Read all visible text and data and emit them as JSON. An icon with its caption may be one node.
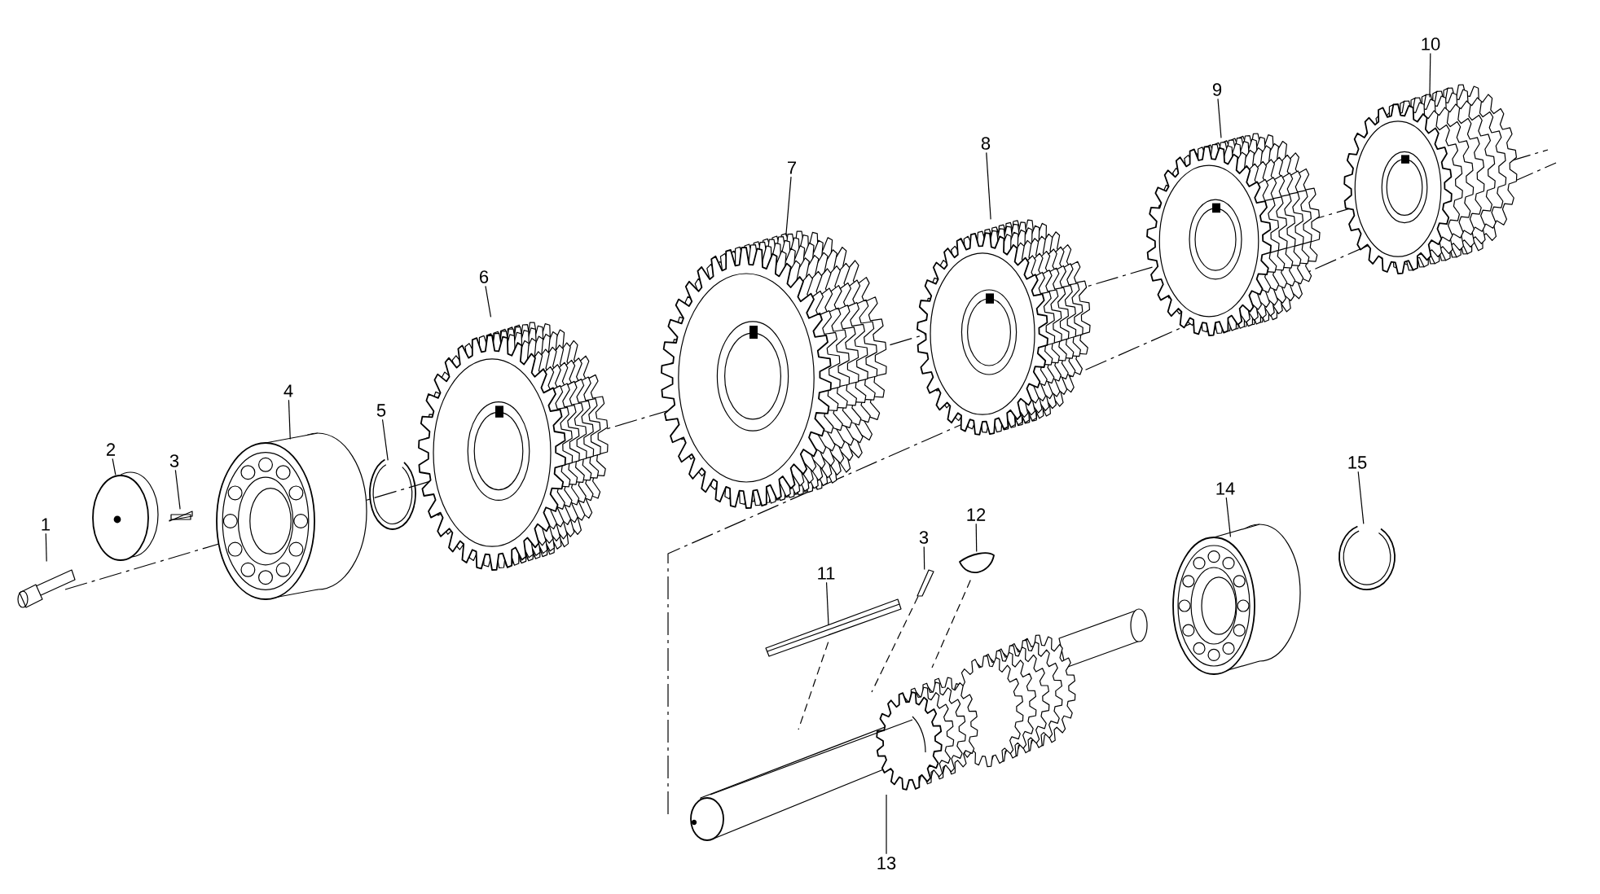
{
  "diagram": {
    "nodes": [
      {
        "text": [
          "1"
        ]
      },
      {
        "text": [],
        "shape": "picture"
      },
      {
        "text": [
          "2"
        ]
      },
      {
        "text": [],
        "shape": "picture"
      },
      {
        "text": [
          "3"
        ]
      },
      {
        "text": [],
        "shape": "picture"
      },
      {
        "text": [
          "4"
        ]
      },
      {
        "text": [],
        "shape": "picture"
      },
      {
        "text": [
          "5"
        ]
      },
      {
        "text": [],
        "shape": "picture"
      },
      {
        "text": [
          "6"
        ]
      },
      {
        "text": [],
        "shape": "picture"
      },
      {
        "text": [
          "7"
        ]
      },
      {
        "text": [],
        "shape": "picture"
      },
      {
        "text": [
          "8"
        ]
      },
      {
        "text": [],
        "shape": "picture"
      },
      {
        "text": [
          "9"
        ]
      },
      {
        "text": [],
        "shape": "picture"
      },
      {
        "text": [
          "10"
        ]
      },
      {
        "text": [],
        "shape": "picture"
      },
      {
        "text": [
          "11"
        ]
      },
      {
        "text": [],
        "shape": "picture"
      },
      {
        "text": [
          "3"
        ]
      },
      {
        "text": [],
        "shape": "picture"
      },
      {
        "text": [
          "12"
        ]
      },
      {
        "text": [],
        "shape": "picture"
      },
      {
        "text": [
          "13"
        ]
      },
      {
        "text": [],
        "shape": "picture"
      },
      {
        "text": [
          "14"
        ]
      },
      {
        "text": [],
        "shape": "picture"
      },
      {
        "text": [
          "15"
        ]
      },
      {
        "text": [],
        "shape": "picture"
      }
    ],
    "edges": [
      {
        "from": 0,
        "to": 1,
        "arrow": "none"
      },
      {
        "from": 2,
        "to": 3,
        "arrow": "none"
      },
      {
        "from": 4,
        "to": 5,
        "arrow": "none"
      },
      {
        "from": 6,
        "to": 7,
        "arrow": "none"
      },
      {
        "from": 8,
        "to": 9,
        "arrow": "none"
      },
      {
        "from": 10,
        "to": 11,
        "arrow": "none"
      },
      {
        "from": 12,
        "to": 13,
        "arrow": "none"
      },
      {
        "from": 14,
        "to": 15,
        "arrow": "none"
      },
      {
        "from": 16,
        "to": 17,
        "arrow": "none"
      },
      {
        "from": 18,
        "to": 19,
        "arrow": "none"
      },
      {
        "from": 20,
        "to": 21,
        "arrow": "none"
      },
      {
        "from": 22,
        "to": 23,
        "arrow": "none"
      },
      {
        "from": 24,
        "to": 25,
        "arrow": "none"
      },
      {
        "from": 26,
        "to": 27,
        "arrow": "none"
      },
      {
        "from": 28,
        "to": 29,
        "arrow": "none"
      },
      {
        "from": 30,
        "to": 31,
        "arrow": "none"
      },
      {
        "from": 21,
        "to": 27,
        "arrow": "none",
        "style": "dashed"
      },
      {
        "from": 23,
        "to": 27,
        "arrow": "none",
        "style": "dashed"
      },
      {
        "from": 25,
        "to": 27,
        "arrow": "none",
        "style": "dashed"
      }
    ]
  }
}
